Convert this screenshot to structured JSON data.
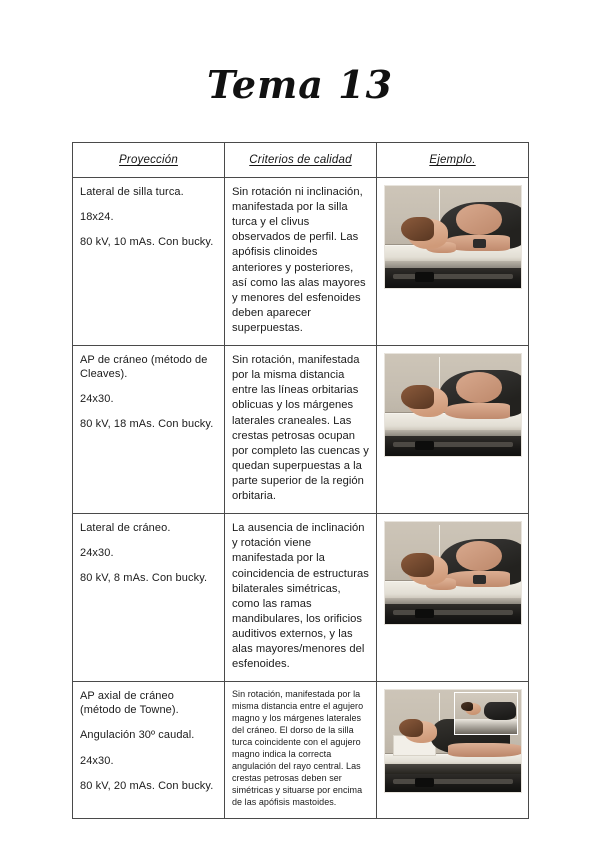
{
  "document": {
    "title": "Tema 13"
  },
  "table": {
    "headers": [
      {
        "label": "Proyección"
      },
      {
        "label": "Criterios de calidad"
      },
      {
        "label": "Ejemplo."
      }
    ],
    "rows": [
      {
        "projection": {
          "name": "Lateral de silla turca.",
          "format": "18x24.",
          "technique": "80 kV, 10 mAs. Con bucky."
        },
        "criteria": "Sin rotación ni inclinación, manifestada por la silla turca y el clivus observados de perfil. Las apófisis clinoides anteriores y posteriores, así como las alas mayores y menores del esfenoides deben aparecer superpuestas.",
        "example_image": "photo-lateral-silla-turca-prone-patient-on-table"
      },
      {
        "projection": {
          "name": "AP de cráneo (método de Cleaves).",
          "format": "24x30.",
          "technique": "80 kV, 18 mAs. Con bucky."
        },
        "criteria": "Sin rotación, manifestada por la misma distancia entre las líneas orbitarias oblicuas y los márgenes laterales craneales. Las crestas petrosas ocupan por completo las cuencas y quedan superpuestas a la parte superior de la región orbitaria.",
        "example_image": "photo-ap-craneo-cleaves-head-on-table"
      },
      {
        "projection": {
          "name": "Lateral de cráneo.",
          "format": "24x30.",
          "technique": "80 kV, 8 mAs. Con bucky."
        },
        "criteria": "La ausencia de inclinación y rotación viene manifestada por la coincidencia de estructuras bilaterales simétricas, como las ramas mandibulares, los orificios auditivos externos, y las alas mayores/menores del esfenoides.",
        "example_image": "photo-lateral-craneo-prone-patient-on-table"
      },
      {
        "projection": {
          "name": "AP axial de cráneo (método de Towne).",
          "angulation": "Angulación 30º caudal.",
          "format": "24x30.",
          "technique": "80 kV, 20 mAs. Con bucky."
        },
        "criteria": "Sin rotación, manifestada por la misma distancia entre el agujero magno y los márgenes laterales del cráneo. El dorso de la silla turca coincidente con el agujero magno indica la correcta angulación del rayo central. Las crestas petrosas deben ser simétricas y situarse por encima de las apófisis mastoides.",
        "example_image": "photo-ap-axial-towne-supine-patient-with-inset"
      }
    ]
  },
  "colors": {
    "page_background": "#ffffff",
    "table_border": "#4a4a4a",
    "text": "#1b1b1b"
  }
}
